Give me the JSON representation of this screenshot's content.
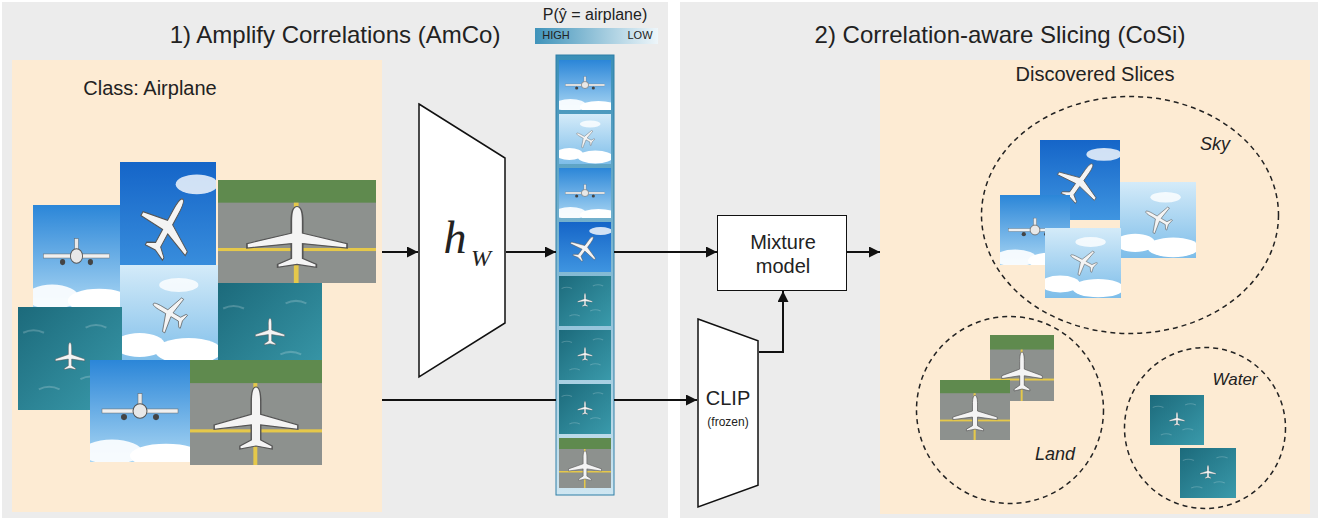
{
  "diagram": {
    "nodes": [
      {
        "text": [
          "1) Amplify Correlations (AmCo)"
        ]
      },
      {
        "text": [
          "Class: Airplane"
        ],
        "in": 0
      },
      {
        "text": [
          "h",
          "W"
        ],
        "in": 0
      },
      {
        "text": [
          "P(ŷ = airplane)",
          "HIGH",
          "LOW"
        ],
        "in": 0
      },
      {
        "text": [
          "2) Correlation-aware Slicing (CoSi)"
        ]
      },
      {
        "text": [
          "Mixture model"
        ],
        "in": 4
      },
      {
        "text": [
          "CLIP",
          "(frozen)"
        ],
        "in": 4
      },
      {
        "text": [
          "Discovered Slices"
        ],
        "in": 4
      },
      {
        "text": [
          "Sky"
        ],
        "in": 7
      },
      {
        "text": [
          "Land"
        ],
        "in": 7
      },
      {
        "text": [
          "Water"
        ],
        "in": 7
      }
    ],
    "edges": [
      {
        "from": 1,
        "to": 2,
        "arrow": "to"
      },
      {
        "from": 2,
        "to": 3,
        "arrow": "to"
      },
      {
        "from": 1,
        "to": 3,
        "arrow": "none"
      },
      {
        "from": 3,
        "to": 5,
        "arrow": "to"
      },
      {
        "from": 3,
        "to": 6,
        "arrow": "to"
      },
      {
        "from": 6,
        "to": 5,
        "arrow": "to"
      },
      {
        "from": 5,
        "to": 7,
        "arrow": "to"
      }
    ]
  }
}
